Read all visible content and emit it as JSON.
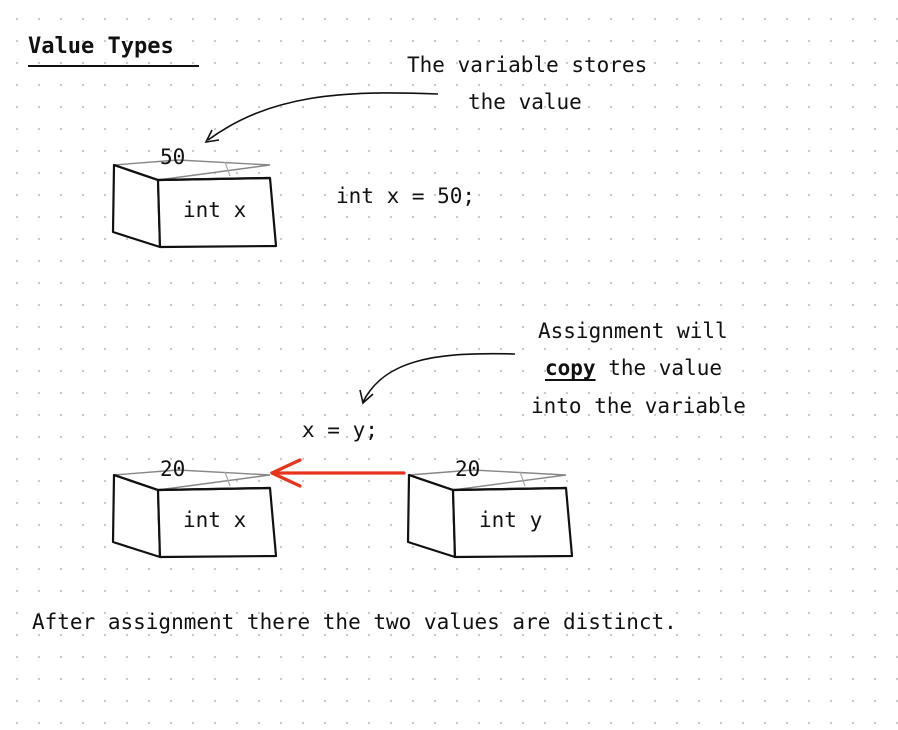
{
  "title": "Value Types",
  "note_top": {
    "line1": "The variable stores",
    "line2": "the value"
  },
  "box_top": {
    "value": "50",
    "label": "int x"
  },
  "code_top": "int x = 50;",
  "note_bottom": {
    "line1": "Assignment will",
    "line2_bold": "copy",
    "line2_rest": " the value",
    "line3": "into the variable"
  },
  "code_assign": "x = y;",
  "box_left": {
    "value": "20",
    "label": "int x"
  },
  "box_right": {
    "value": "20",
    "label": "int y"
  },
  "footer": "After assignment there the two values are distinct.",
  "colors": {
    "ink": "#111111",
    "arrow_red": "#e8341c",
    "box_top_edge": "#999999"
  }
}
